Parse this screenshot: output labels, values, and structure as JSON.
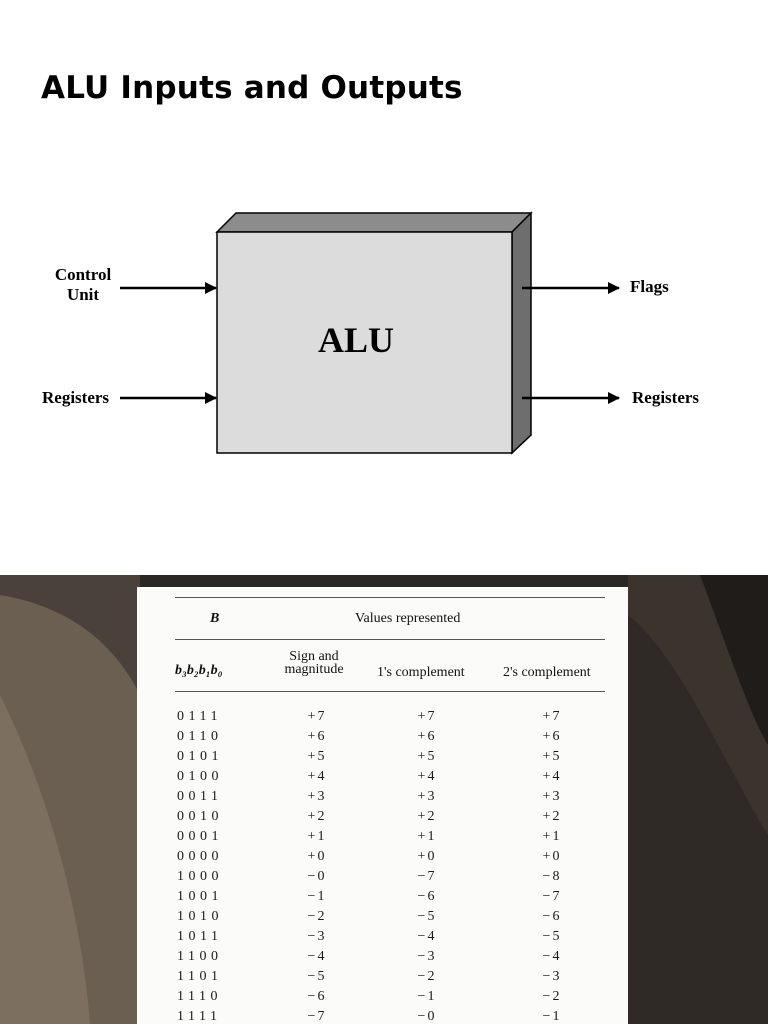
{
  "slide": {
    "title": "ALU Inputs and Outputs"
  },
  "diagram": {
    "center_label": "ALU",
    "inputs": [
      {
        "line1": "Control",
        "line2": "Unit"
      },
      {
        "line1": "Registers"
      }
    ],
    "outputs": [
      {
        "line1": "Flags"
      },
      {
        "line1": "Registers"
      }
    ],
    "colors": {
      "box_front": "#dcdcdc",
      "box_top": "#8c8c8c",
      "box_side": "#6e6e6e"
    }
  },
  "table": {
    "header_b": "B",
    "header_values": "Values represented",
    "col_bits": "b₃b₂b₁b₀",
    "col_sign_line1": "Sign and",
    "col_sign_line2": "magnitude",
    "col_ones": "1's complement",
    "col_twos": "2's complement",
    "rows": [
      {
        "bits": "0111",
        "sm": "+7",
        "ones": "+7",
        "twos": "+7"
      },
      {
        "bits": "0110",
        "sm": "+6",
        "ones": "+6",
        "twos": "+6"
      },
      {
        "bits": "0101",
        "sm": "+5",
        "ones": "+5",
        "twos": "+5"
      },
      {
        "bits": "0100",
        "sm": "+4",
        "ones": "+4",
        "twos": "+4"
      },
      {
        "bits": "0011",
        "sm": "+3",
        "ones": "+3",
        "twos": "+3"
      },
      {
        "bits": "0010",
        "sm": "+2",
        "ones": "+2",
        "twos": "+2"
      },
      {
        "bits": "0001",
        "sm": "+1",
        "ones": "+1",
        "twos": "+1"
      },
      {
        "bits": "0000",
        "sm": "+0",
        "ones": "+0",
        "twos": "+0"
      },
      {
        "bits": "1000",
        "sm": "−0",
        "ones": "−7",
        "twos": "−8"
      },
      {
        "bits": "1001",
        "sm": "−1",
        "ones": "−6",
        "twos": "−7"
      },
      {
        "bits": "1010",
        "sm": "−2",
        "ones": "−5",
        "twos": "−6"
      },
      {
        "bits": "1011",
        "sm": "−3",
        "ones": "−4",
        "twos": "−5"
      },
      {
        "bits": "1100",
        "sm": "−4",
        "ones": "−3",
        "twos": "−4"
      },
      {
        "bits": "1101",
        "sm": "−5",
        "ones": "−2",
        "twos": "−3"
      },
      {
        "bits": "1110",
        "sm": "−6",
        "ones": "−1",
        "twos": "−2"
      },
      {
        "bits": "1111",
        "sm": "−7",
        "ones": "−0",
        "twos": "−1"
      }
    ]
  }
}
